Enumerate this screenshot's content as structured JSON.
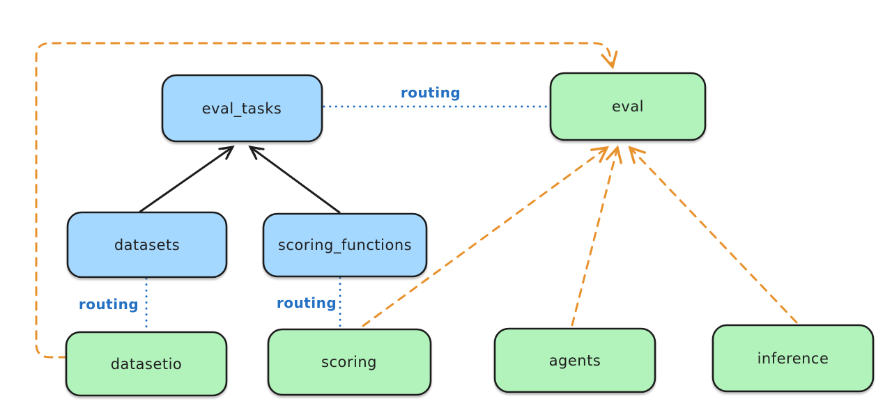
{
  "diagram": {
    "kind": "architecture-routing-diagram",
    "background": "#ffffff",
    "colors": {
      "api_box_fill": "#a5d8ff",
      "provider_box_fill": "#b2f2bb",
      "box_stroke": "#1e1e1e",
      "solid_arrow": "#1e1e1e",
      "dashed_arrow": "#e8922e",
      "routing_line_and_label": "#2470c2"
    },
    "nodes": {
      "eval_tasks": {
        "label": "eval_tasks",
        "color": "blue"
      },
      "datasets": {
        "label": "datasets",
        "color": "blue"
      },
      "scoring_functions": {
        "label": "scoring_functions",
        "color": "blue"
      },
      "eval": {
        "label": "eval",
        "color": "green"
      },
      "datasetio": {
        "label": "datasetio",
        "color": "green"
      },
      "scoring": {
        "label": "scoring",
        "color": "green"
      },
      "agents": {
        "label": "agents",
        "color": "green"
      },
      "inference": {
        "label": "inference",
        "color": "green"
      }
    },
    "labels": {
      "routing_top": "routing",
      "routing_datasets": "routing",
      "routing_scoring": "routing"
    },
    "edges": [
      {
        "from": "datasets",
        "to": "eval_tasks",
        "style": "solid",
        "arrow": true,
        "color": "black"
      },
      {
        "from": "scoring_functions",
        "to": "eval_tasks",
        "style": "solid",
        "arrow": true,
        "color": "black"
      },
      {
        "from": "eval_tasks",
        "to": "eval",
        "style": "dotted",
        "arrow": false,
        "color": "blue",
        "label": "routing"
      },
      {
        "from": "datasets",
        "to": "datasetio",
        "style": "dotted",
        "arrow": false,
        "color": "blue",
        "label": "routing"
      },
      {
        "from": "scoring_functions",
        "to": "scoring",
        "style": "dotted",
        "arrow": false,
        "color": "blue",
        "label": "routing"
      },
      {
        "from": "datasetio",
        "to": "eval",
        "style": "dashed",
        "arrow": true,
        "color": "orange",
        "route": "left-up-across-top"
      },
      {
        "from": "scoring",
        "to": "eval",
        "style": "dashed",
        "arrow": true,
        "color": "orange"
      },
      {
        "from": "agents",
        "to": "eval",
        "style": "dashed",
        "arrow": true,
        "color": "orange"
      },
      {
        "from": "inference",
        "to": "eval",
        "style": "dashed",
        "arrow": true,
        "color": "orange"
      }
    ]
  }
}
